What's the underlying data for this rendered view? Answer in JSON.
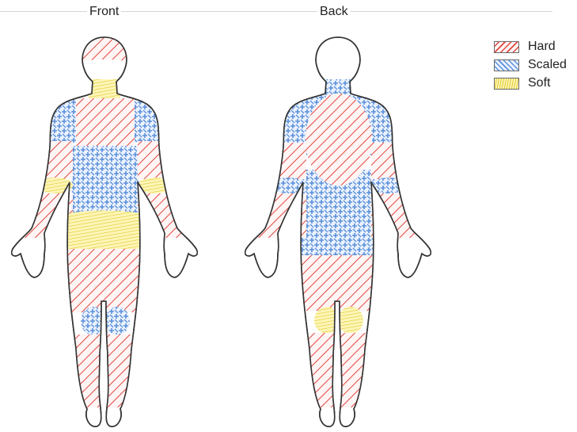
{
  "views": {
    "front": "Front",
    "back": "Back"
  },
  "legend": [
    {
      "label": "Hard",
      "pattern": "hard-pattern",
      "color": "#e0473f"
    },
    {
      "label": "Scaled",
      "pattern": "scaled-pattern",
      "color": "#5b8fd8"
    },
    {
      "label": "Soft",
      "pattern": "soft-pattern",
      "color": "#f2dd3a"
    }
  ],
  "colors": {
    "hard": "#e0473f",
    "scaled": "#5b8fd8",
    "soft": "#f2dd3a",
    "outline": "#333333"
  }
}
